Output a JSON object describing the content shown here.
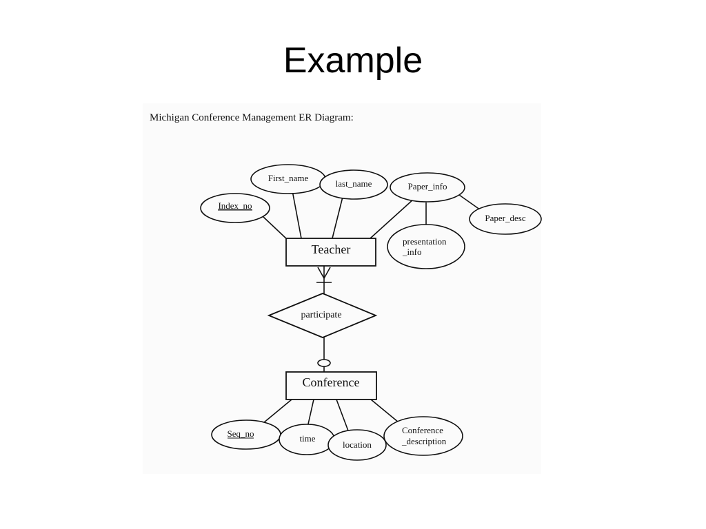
{
  "slide": {
    "title": "Example"
  },
  "diagram": {
    "caption": "Michigan Conference Management ER Diagram:",
    "entities": {
      "teacher": "Teacher",
      "conference": "Conference"
    },
    "relationship": "participate",
    "attributes": {
      "index_no": "Index_no",
      "first_name": "First_name",
      "last_name": "last_name",
      "paper_info": "Paper_info",
      "paper_desc": "Paper_desc",
      "presentation_info_line1": "presentation",
      "presentation_info_line2": "_info",
      "seq_no": "Seq_no",
      "time": "time",
      "location": "location",
      "conference_description_line1": "Conference",
      "conference_description_line2": "_description"
    }
  }
}
